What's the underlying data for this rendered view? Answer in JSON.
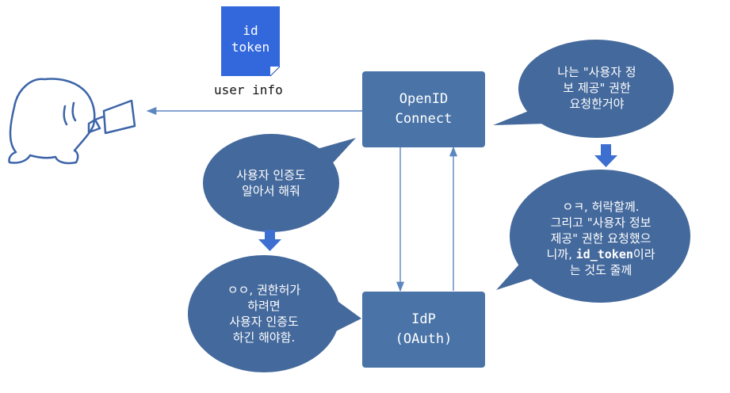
{
  "id_token_doc": {
    "line1": "id",
    "line2": "token"
  },
  "user_info_label": "user info",
  "nodes": {
    "openid": "OpenID\nConnect",
    "idp": "IdP\n(OAuth)"
  },
  "bubbles": {
    "user_auth": [
      "사용자 인증도",
      "알아서 해줘"
    ],
    "idp_reply": [
      "ㅇㅇ, 권한허가",
      "하려면",
      "사용자 인증도",
      "하긴 해야함."
    ],
    "request": [
      "나는 \"사용자 정",
      "보 제공\" 권한",
      "요청한거야"
    ],
    "final": {
      "line1": "ㅇㅋ, 허락할께.",
      "line2": "그리고 \"사용자 정보",
      "line3": "제공\" 권한 요청했으",
      "line4_pre": "니까, ",
      "line4_code": "id_token",
      "line4_post": "이라",
      "line5": "는 것도 줄께"
    }
  },
  "colors": {
    "node": "#4a74a8",
    "bubble": "#44699c",
    "arrow_down": "#3d6fd0",
    "doc": "#3368dd"
  }
}
